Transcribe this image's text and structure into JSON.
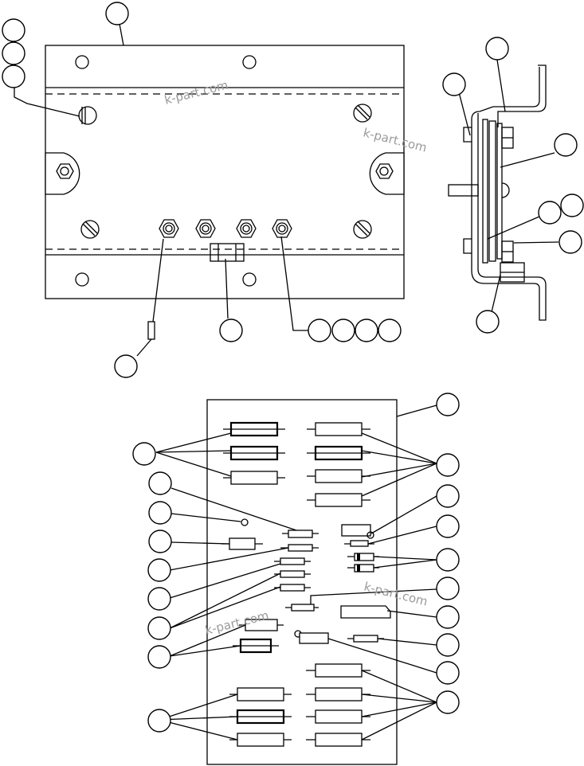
{
  "watermark": {
    "text": "k-part.com"
  },
  "views": [
    {
      "id": "top-plate-front-view"
    },
    {
      "id": "side-profile-view"
    },
    {
      "id": "circuit-board-component-layout"
    }
  ],
  "style": {
    "line_color": "#000000",
    "background": "#ffffff",
    "watermark_color": "#9a9a9a"
  }
}
